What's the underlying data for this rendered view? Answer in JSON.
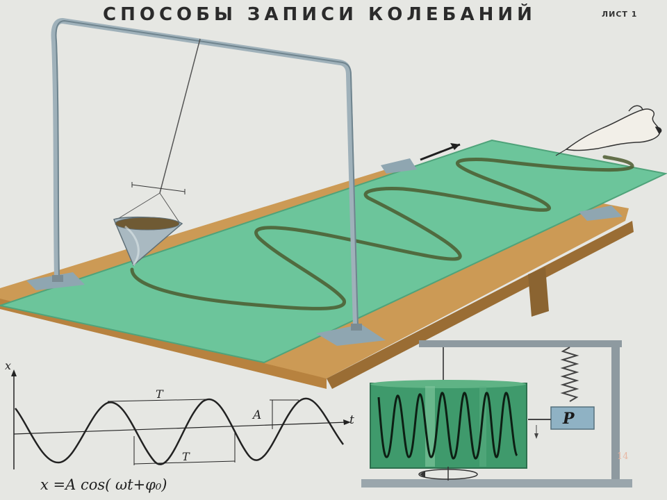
{
  "title": "СПОСОБЫ ЗАПИСИ КОЛЕБАНИЙ",
  "sheet_label": "ЛИСТ 1",
  "page_number": "14",
  "graph": {
    "axis_x": "x",
    "axis_t": "t",
    "period_top": "T",
    "period_bottom": "T",
    "amplitude": "A"
  },
  "formula": "x =A cos( ωt+φ₀)",
  "recorder_box_label": "P",
  "colors": {
    "board": "#6cc59b",
    "board_shadow": "#4fa37a",
    "table_wood": "#cc9a55",
    "drum": "#3f9a6c",
    "metal": "#8fa6b1"
  }
}
